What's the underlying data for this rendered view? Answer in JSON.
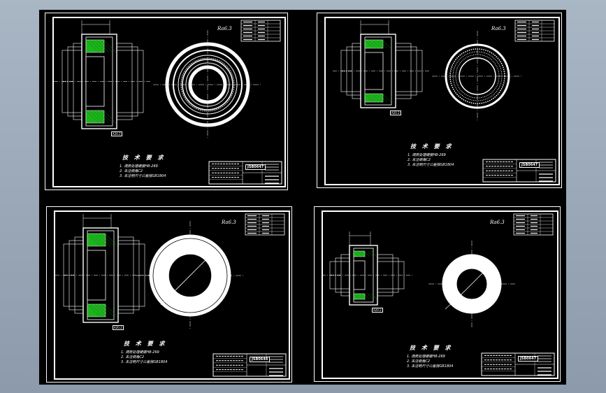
{
  "app": {
    "accent_color": "#ffffff",
    "hatch_color": "#1db31d",
    "background": "#000000"
  },
  "sheets": [
    {
      "id": "top-left",
      "roughness": "Ra6.3",
      "tech_title": "技 术 要 求",
      "notes": [
        "1. 调质处理硬度HB-269",
        "2. 未注倒角C2",
        "3. 未注明尺寸公差按GB1804"
      ],
      "part_code": "JSB0647",
      "dim_tag": "A20.2"
    },
    {
      "id": "top-right",
      "roughness": "Ra6.3",
      "tech_title": "技 术 要 求",
      "notes": [
        "1. 调质处理硬度HB-269",
        "2. 未注倒角C2",
        "3. 未注明尺寸公差按GB1804"
      ],
      "part_code": "JSB0647",
      "dim_tag": "A20.2"
    },
    {
      "id": "bottom-left",
      "roughness": "Ra6.3",
      "tech_title": "技 术 要 求",
      "notes": [
        "1. 调质处理硬度HB-269",
        "2. 未注倒角C2",
        "3. 未注明尺寸公差按GB1804"
      ],
      "part_code": "JSB0648",
      "dim_tag": "A20.2"
    },
    {
      "id": "bottom-right",
      "roughness": "Ra6.3",
      "tech_title": "技 术 要 求",
      "notes": [
        "1. 调质处理硬度HB-269",
        "2. 未注倒角C2",
        "3. 未注明尺寸公差按GB1804"
      ],
      "part_code": "JSB0647",
      "dim_tag": "A20.2"
    }
  ]
}
